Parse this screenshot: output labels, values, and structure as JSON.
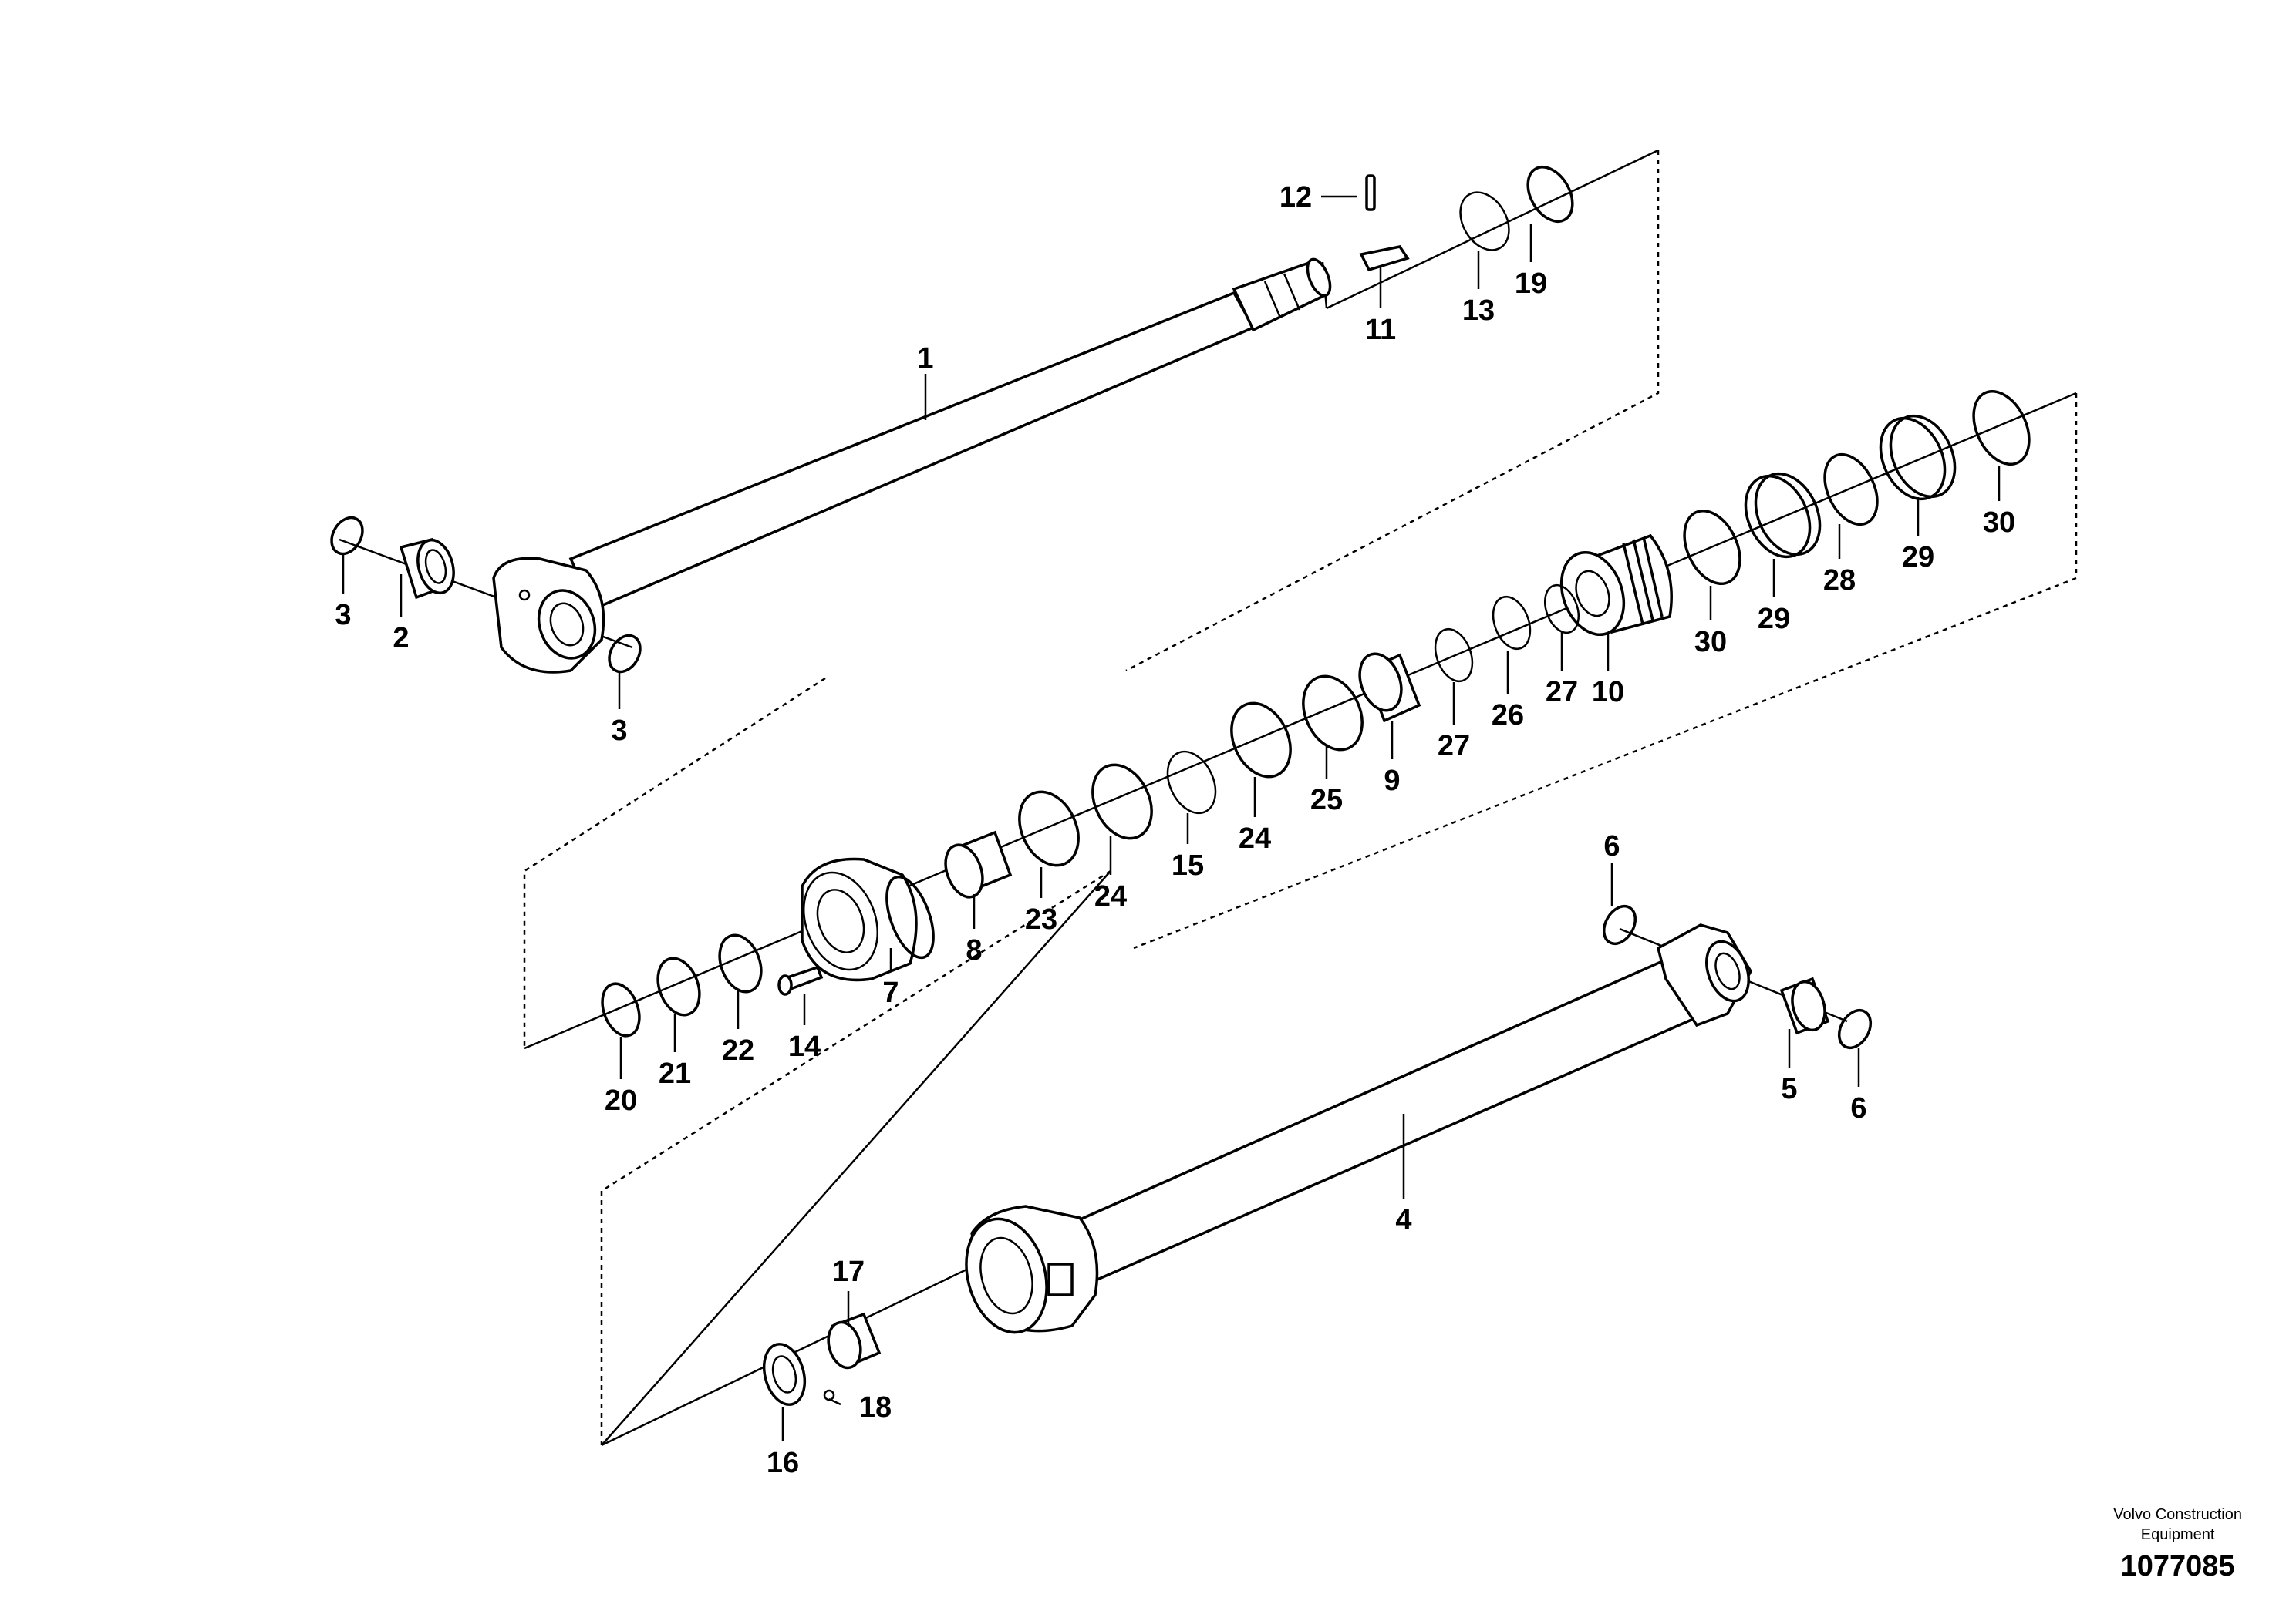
{
  "parts": [
    {
      "no": "1"
    },
    {
      "no": "2"
    },
    {
      "no": "3"
    },
    {
      "no": "3"
    },
    {
      "no": "4"
    },
    {
      "no": "5"
    },
    {
      "no": "6"
    },
    {
      "no": "6"
    },
    {
      "no": "7"
    },
    {
      "no": "8"
    },
    {
      "no": "9"
    },
    {
      "no": "10"
    },
    {
      "no": "11"
    },
    {
      "no": "12"
    },
    {
      "no": "13"
    },
    {
      "no": "14"
    },
    {
      "no": "15"
    },
    {
      "no": "16"
    },
    {
      "no": "17"
    },
    {
      "no": "18"
    },
    {
      "no": "19"
    },
    {
      "no": "20"
    },
    {
      "no": "21"
    },
    {
      "no": "22"
    },
    {
      "no": "23"
    },
    {
      "no": "24"
    },
    {
      "no": "24"
    },
    {
      "no": "25"
    },
    {
      "no": "26"
    },
    {
      "no": "27"
    },
    {
      "no": "27"
    },
    {
      "no": "28"
    },
    {
      "no": "29"
    },
    {
      "no": "29"
    },
    {
      "no": "30"
    },
    {
      "no": "30"
    }
  ],
  "caption": {
    "line1": "Volvo Construction",
    "line2": "Equipment",
    "drawing_number": "1077085"
  }
}
